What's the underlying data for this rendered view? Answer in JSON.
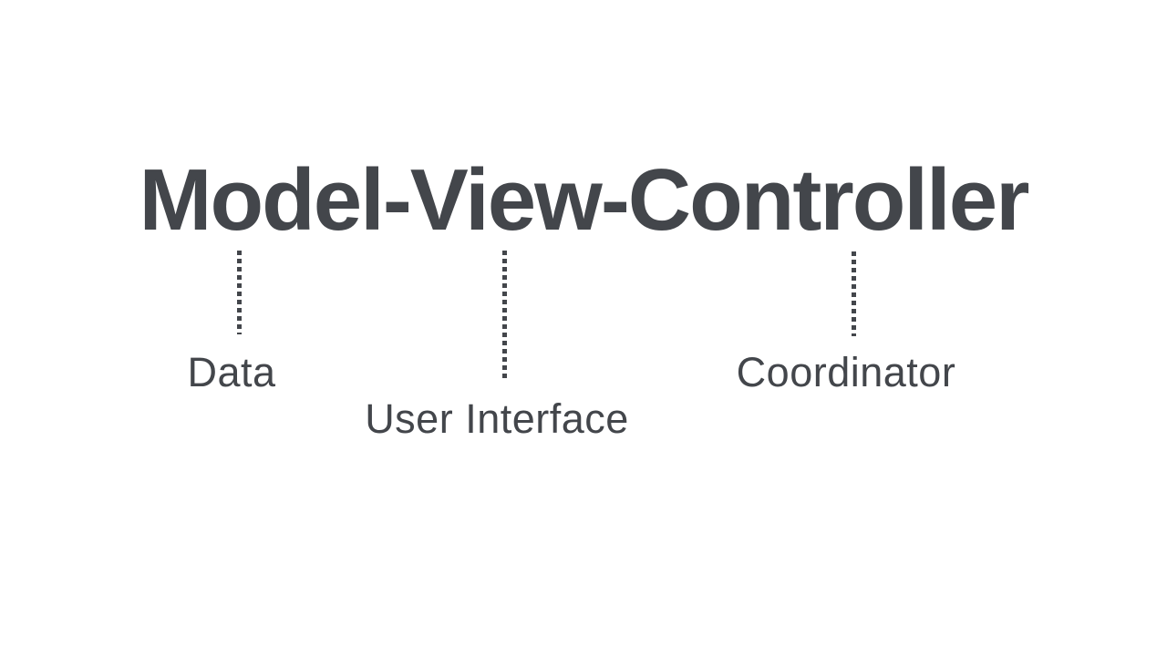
{
  "colors": {
    "background": "#ffffff",
    "text": "#43464b"
  },
  "title": "Model-View-Controller",
  "connectors": [
    {
      "term": "Model",
      "label": "Data",
      "line_style": "dotted"
    },
    {
      "term": "View",
      "label": "User Interface",
      "line_style": "dotted"
    },
    {
      "term": "Controller",
      "label": "Coordinator",
      "line_style": "dotted"
    }
  ]
}
